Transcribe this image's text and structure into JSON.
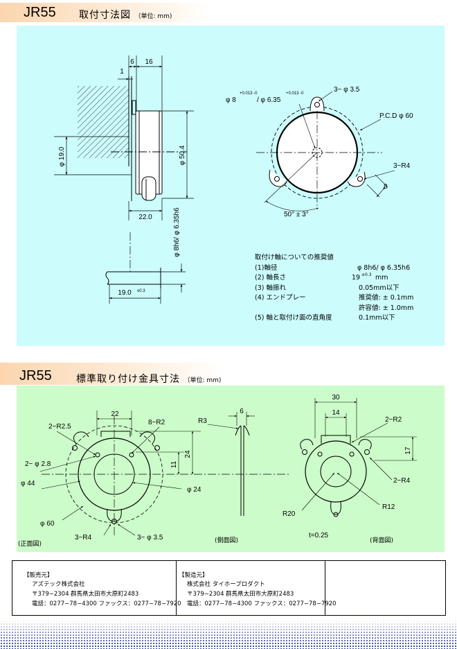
{
  "section1": {
    "model": "JR55",
    "title": "取付寸法図",
    "unit": "（単位: mm)",
    "side_dims": {
      "d1": "1",
      "d6": "6",
      "d16": "16",
      "phi19": "φ 19.0",
      "phi504": "φ 50.4",
      "d22": "22.0",
      "shaft": "φ 8h6/ φ 6.35h6",
      "len19": "19.0",
      "len19_tol": "±0.3"
    },
    "front_dims": {
      "shaft_label": "φ 8",
      "shaft_tol": "+0.013 -0",
      "shaft_label2": "/ φ 6.35",
      "shaft_tol2": "+0.013 -0",
      "hole": "3− φ 3.5",
      "pcd": "P.C.D  φ 60",
      "r4": "3−R4",
      "d8": "8",
      "angle": "50° ± 3°"
    },
    "recommend": {
      "heading": "取付け軸についての推奨値",
      "rows": [
        {
          "label": "(1)軸径",
          "value": "φ 8h6/ φ 6.35h6"
        },
        {
          "label": "(2) 軸長さ",
          "value": "19",
          "sup": "±0.3",
          "unit": "mm"
        },
        {
          "label": "(3) 軸振れ",
          "value": "0.05mm以下"
        },
        {
          "label": "(4) エンドプレー",
          "value": "推奨値: ± 0.1mm"
        },
        {
          "label": "",
          "value": "許容値: ± 1.0mm"
        },
        {
          "label": "(5) 軸と取付け面の直角度",
          "value": "0.1mm以下"
        }
      ]
    }
  },
  "section2": {
    "model": "JR55",
    "title": "標準取り付け金具寸法",
    "unit": "（単位: mm)",
    "front": {
      "d22": "22",
      "r25": "2−R2.5",
      "r2": "8−R2",
      "phi28": "2− φ 2.8",
      "phi44": "φ 44",
      "phi24": "φ 24",
      "phi60": "φ 60",
      "d24": "24",
      "d11": "11",
      "r4": "3−R4",
      "hole": "3− φ 3.5",
      "caption": "(正面図)"
    },
    "side": {
      "r3": "R3",
      "d6": "6",
      "caption": "(側面図)"
    },
    "back": {
      "d30": "30",
      "d14": "14",
      "r2": "2−R2",
      "d17": "17",
      "r4": "2−R4",
      "r20": "R20",
      "r12": "R12",
      "thick": "t=0.25",
      "caption": "(背面図)"
    }
  },
  "footer": {
    "seller": {
      "title": "【販売元】",
      "company": "アズテック株式会社",
      "address": "〒379−2304  群馬県太田市大原町2483",
      "phone": "電話：0277−78−4300  ファックス：0277−78−7920"
    },
    "maker": {
      "title": "【製造元】",
      "company": "株式会社  タイホープロダクト",
      "address": "〒379−2304  群馬県太田市大原町2483",
      "phone": "電話：0277−78−4300  ファックス：0277−78−7920"
    }
  },
  "colors": {
    "panel1": "#ccfcfc",
    "panel2": "#ccfcc9",
    "header": "#fbd6b0",
    "dots": "#1f3a8c"
  }
}
